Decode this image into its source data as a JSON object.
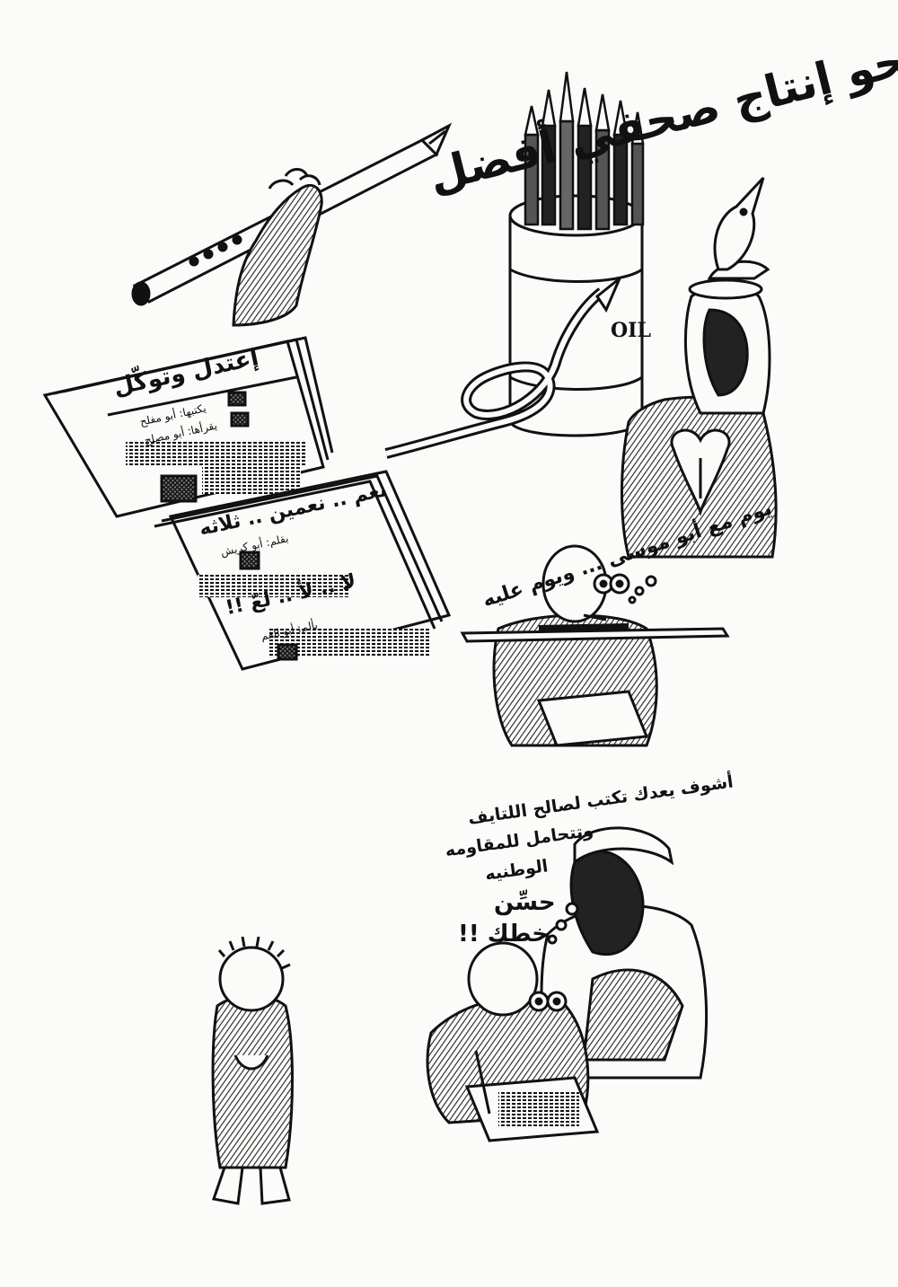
{
  "panel_top": {
    "headline": "نحو إنتاج صحفي أفضل",
    "barrel_label": "OIL",
    "newspaper_1": {
      "title": "إعتدل وتوكّل",
      "byline_1": "يكتبها: أبو مفلح",
      "byline_2": "يقرأها: أبو مصلح"
    },
    "newspaper_2": {
      "title": "نعم .. نعمين .. ثلاثه",
      "byline_1": "بقلم: أبو كريش",
      "big_text": "لا .. لأ .. لعّ !!",
      "byline_2": "بألم: أبو القم"
    },
    "writer_thought": "يوم مع أبو موسى ... ويوم عليه"
  },
  "panel_bottom": {
    "speech": "أشوف يعدك تكتب لصالح اللتايف وتتحامل للمقاومه الوطنيه",
    "speech_line_1": "أشوف يعدك تكتب لصالح اللتايف",
    "speech_line_2": "وتتحامل للمقاومه",
    "speech_line_3": "الوطنيه",
    "handwriting_1": "حسِّن",
    "handwriting_2": "خطك !!"
  },
  "colors": {
    "ink": "#111111",
    "paper": "#fbfbf9",
    "hatch": "#333333"
  }
}
